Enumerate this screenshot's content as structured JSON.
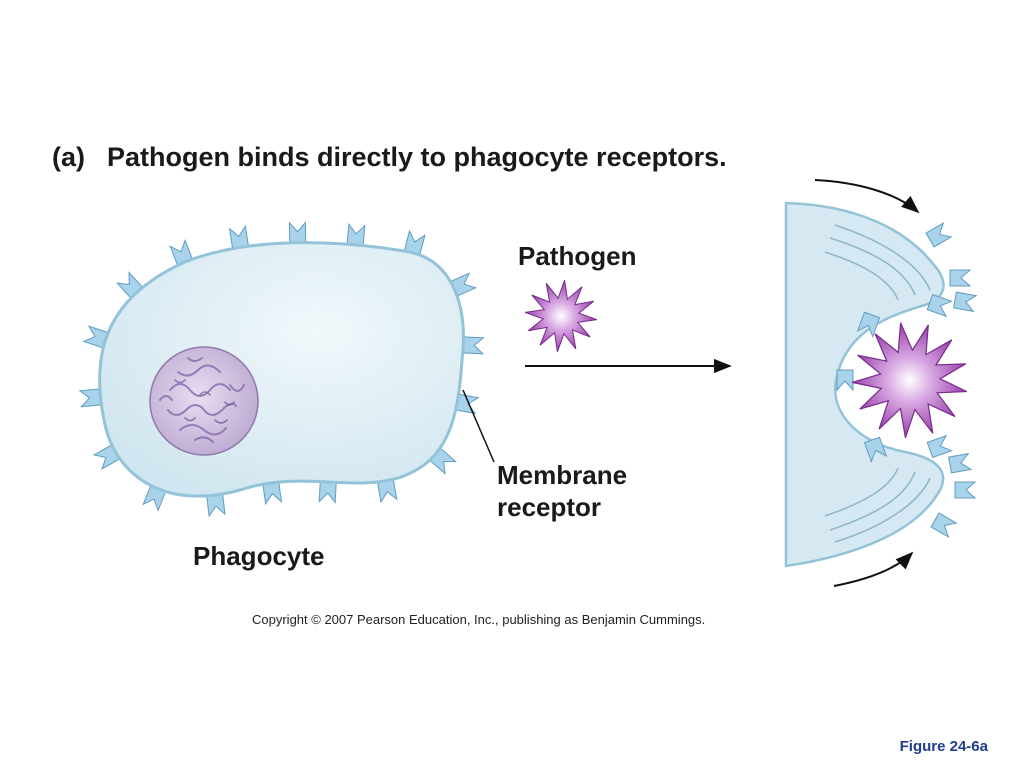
{
  "figure": {
    "panel_letter": "(a)",
    "title": "Pathogen binds directly to phagocyte receptors.",
    "labels": {
      "pathogen": "Pathogen",
      "membrane_line1": "Membrane",
      "membrane_line2": "receptor",
      "phagocyte": "Phagocyte"
    },
    "copyright": "Copyright © 2007 Pearson Education, Inc., publishing as Benjamin Cummings.",
    "figure_ref": "Figure 24-6a"
  },
  "colors": {
    "cell_fill": "#d9ebf3",
    "cell_outline": "#93c3d8",
    "receptor": "#a9d3ea",
    "nucleus": "#c7b5d9",
    "pathogen": "#a04ab0",
    "figure_ref": "#1f3d8f"
  }
}
